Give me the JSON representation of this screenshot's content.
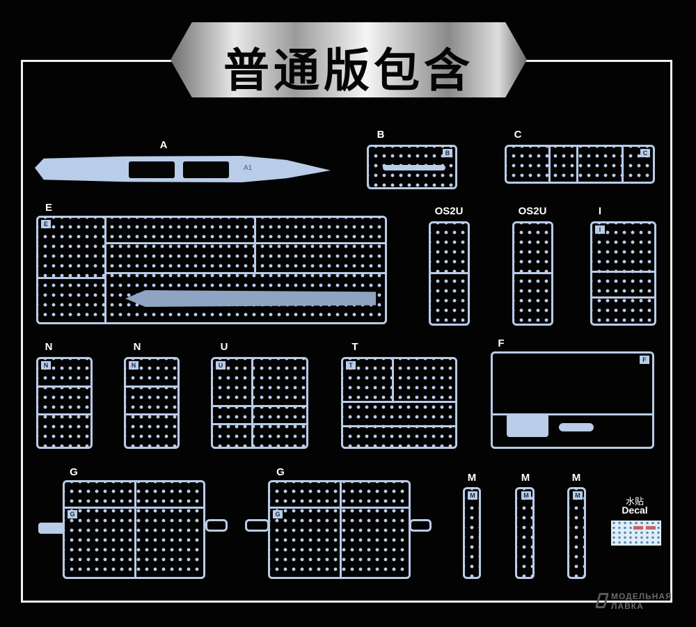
{
  "header": {
    "title": "普通版包含"
  },
  "sprues": {
    "A": {
      "label": "A",
      "part": "A1"
    },
    "B": {
      "label": "B",
      "tag": "B"
    },
    "C": {
      "label": "C",
      "tag": "C"
    },
    "E": {
      "label": "E",
      "tag": "E"
    },
    "OS2U_1": {
      "label": "OS2U"
    },
    "OS2U_2": {
      "label": "OS2U"
    },
    "I": {
      "label": "I",
      "tag": "I"
    },
    "N_1": {
      "label": "N",
      "tag": "N"
    },
    "N_2": {
      "label": "N",
      "tag": "N"
    },
    "U": {
      "label": "U",
      "tag": "U"
    },
    "T": {
      "label": "T",
      "tag": "T"
    },
    "F": {
      "label": "F",
      "tag": "F"
    },
    "G_1": {
      "label": "G",
      "tag": "G"
    },
    "G_2": {
      "label": "G",
      "tag": "G"
    },
    "M_1": {
      "label": "M",
      "tag": "M"
    },
    "M_2": {
      "label": "M",
      "tag": "M"
    },
    "M_3": {
      "label": "M",
      "tag": "M"
    }
  },
  "decal": {
    "label_cn": "水贴",
    "label_en": "Decal"
  },
  "watermark": {
    "line1": "МОДЕЛЬНАЯ",
    "line2": "ЛАВКА"
  }
}
